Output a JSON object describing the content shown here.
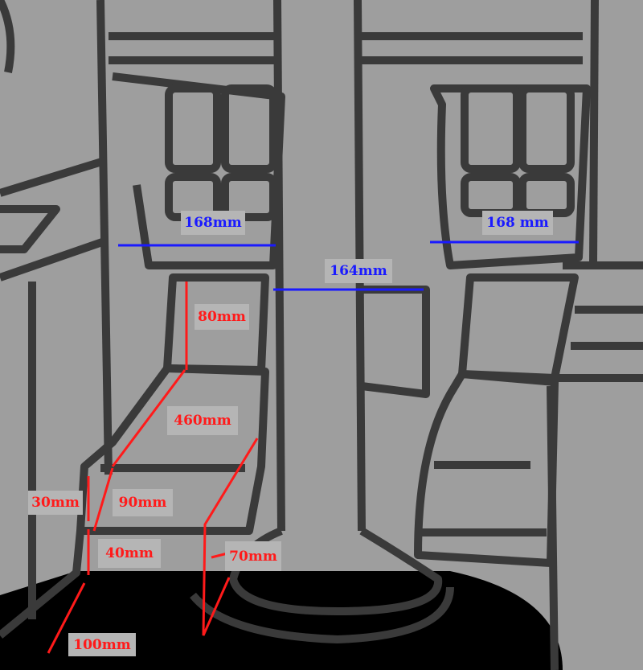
{
  "colors": {
    "background": "#9e9e9e",
    "outline": "#3a3a3a",
    "blue": "#1a1aff",
    "red": "#ff1a1a",
    "floor": "#000000"
  },
  "labels": {
    "left_pedal_width": "168mm",
    "right_pedal_width": "168 mm",
    "pedal_gap": "164mm",
    "step_height": "80mm",
    "slope_length": "460mm",
    "lip_height": "30mm",
    "lip_depth": "90mm",
    "base_height": "40mm",
    "base_depth": "70mm",
    "floor_offset": "100mm"
  }
}
